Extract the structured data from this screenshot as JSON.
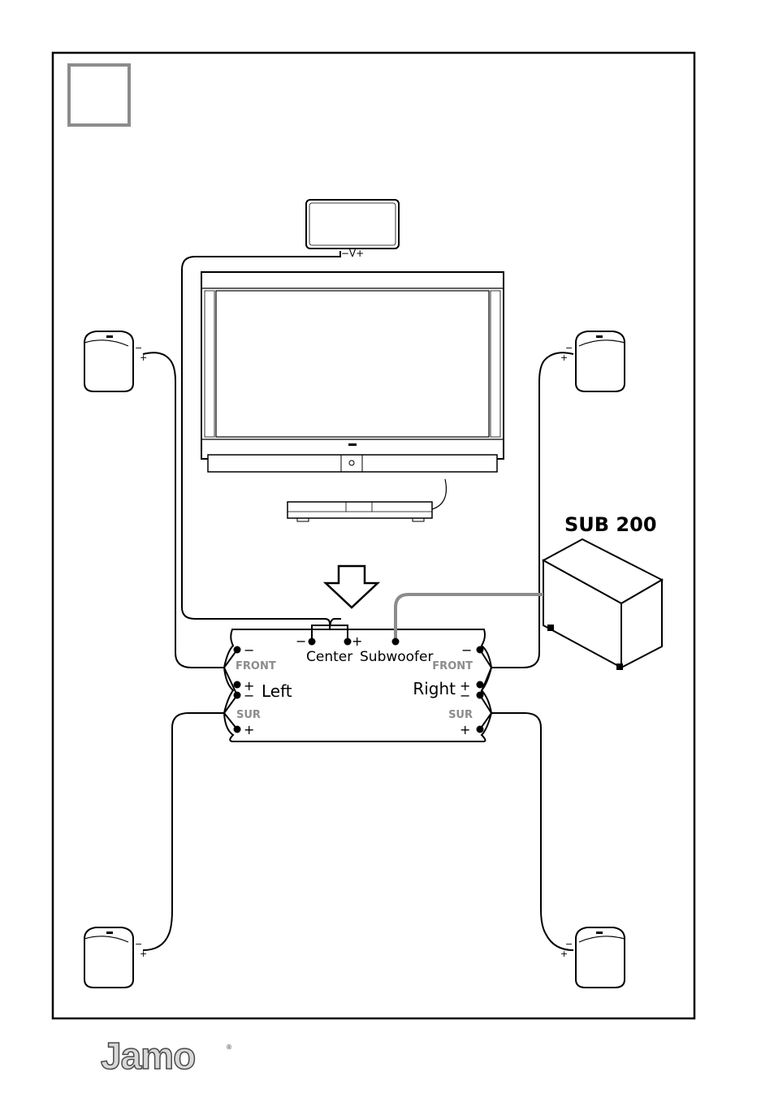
{
  "labels": {
    "tv_polarity": "−V+",
    "center": "Center",
    "subwoofer": "Subwoofer",
    "left": "Left",
    "right": "Right",
    "front_left": "FRONT",
    "front_right": "FRONT",
    "sur_left": "SUR",
    "sur_right": "SUR",
    "minus": "−",
    "plus": "+",
    "sub_model": "SUB 200"
  },
  "brand": {
    "name": "Jamo"
  },
  "colors": {
    "line": "#000000",
    "sub_cable": "#8c8c8c",
    "label_gray": "#8c8c8c"
  }
}
